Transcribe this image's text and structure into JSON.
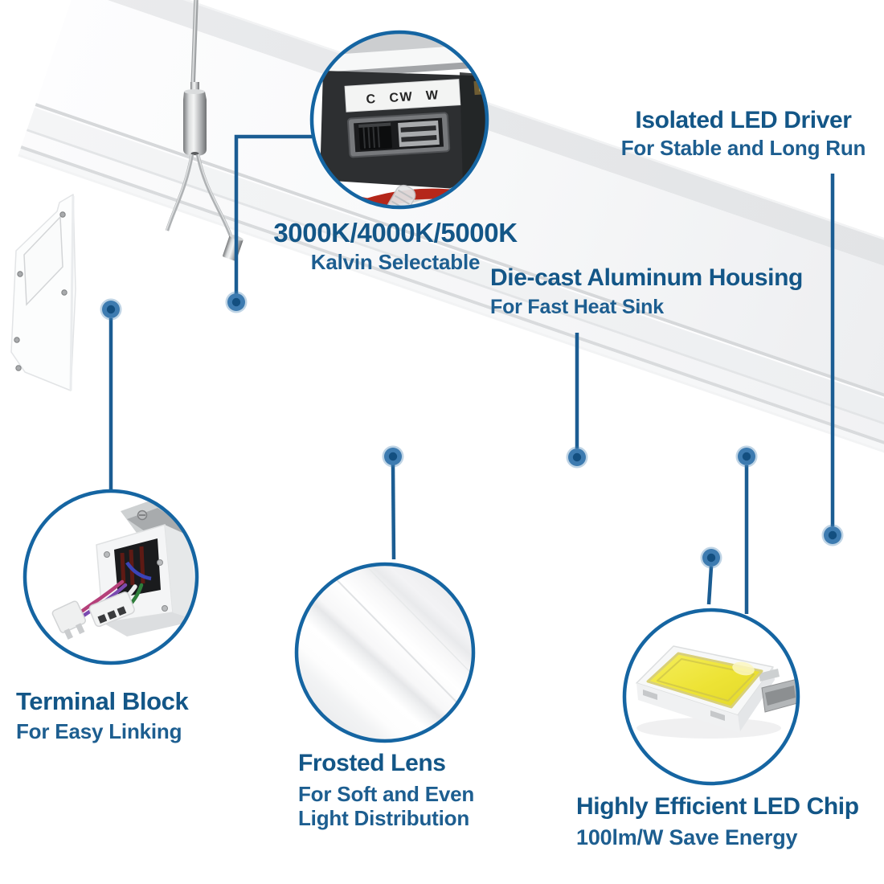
{
  "image_type": "product feature infographic",
  "product": "suspended linear LED light fixture",
  "callouts": {
    "kelvin": {
      "title": "3000K/4000K/5000K",
      "subtitle": "Kalvin Selectable"
    },
    "driver": {
      "title": "Isolated LED Driver",
      "subtitle": "For Stable and Long Run"
    },
    "housing": {
      "title": "Die-cast Aluminum Housing",
      "subtitle": "For Fast Heat Sink"
    },
    "terminal": {
      "title": "Terminal Block",
      "subtitle": "For Easy Linking"
    },
    "lens": {
      "title": "Frosted Lens",
      "subtitle_line1": "For Soft and Even",
      "subtitle_line2": "Light Distribution"
    },
    "chip": {
      "title": "Highly Efficient LED Chip",
      "subtitle": "100lm/W Save Energy"
    }
  },
  "inset_labels": {
    "kelvin_switch_positions": "C CW W"
  },
  "colors": {
    "heading": "#135687",
    "subheading": "#1d5e90",
    "connector_line": "#1b5d93",
    "dot_outer": "#3d7bb0",
    "dot_inner": "#134f80",
    "circle_border": "#1565a2",
    "led_chip_yellow": "#ece23f"
  }
}
